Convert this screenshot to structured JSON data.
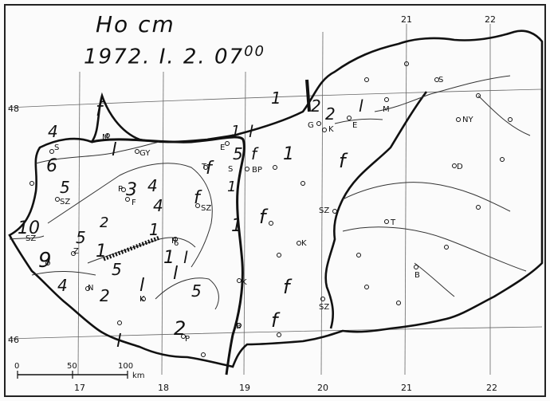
{
  "title": {
    "line1": "Ho cm",
    "line2": "1972. I. 2. 07",
    "time_superscript": "00"
  },
  "graticule": {
    "lon_top": [
      "21",
      "22"
    ],
    "lon_bottom": [
      "17",
      "18",
      "19",
      "20",
      "21",
      "22"
    ],
    "lat_left": [
      "48",
      "46"
    ]
  },
  "scale_bar": {
    "ticks": [
      "0",
      "50",
      "100"
    ],
    "unit": "km"
  },
  "stations": [
    "S",
    "M",
    "GY",
    "SZ",
    "F",
    "P",
    "Z",
    "N",
    "K",
    "E",
    "T",
    "BP",
    "SZ",
    "P",
    "G",
    "K",
    "E",
    "M",
    "S",
    "NY",
    "D",
    "SZ",
    "K",
    "T",
    "B",
    "K",
    "SZ",
    "B",
    "P",
    "S",
    "SZ",
    "6"
  ],
  "snow_values": [
    "4",
    "5",
    "6",
    "5",
    "10",
    "9",
    "4",
    "5",
    "2",
    "1",
    "3",
    "4",
    "4",
    "1",
    "1",
    "2",
    "5",
    "2",
    "5",
    "1",
    "1",
    "2",
    "1",
    "1",
    "1",
    "2",
    "f",
    "f",
    "f",
    "f",
    "f",
    "f",
    "f",
    "f",
    "l",
    "l",
    "l",
    "l",
    "l",
    "l",
    "l"
  ]
}
